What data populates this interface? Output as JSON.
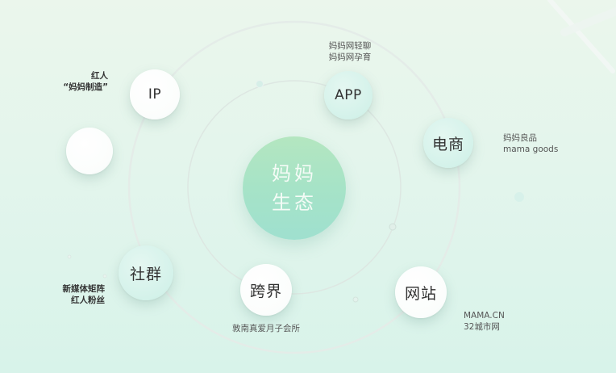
{
  "diagram": {
    "title": "妈妈生态",
    "center": {
      "line1": "妈妈",
      "line2": "生态"
    },
    "nodes": {
      "ip": {
        "label": "IP",
        "caption": [
          "红人",
          "“妈妈制造”"
        ]
      },
      "app": {
        "label": "APP",
        "caption": [
          "妈妈网轻聊",
          "妈妈网孕育"
        ]
      },
      "ecommerce": {
        "label": "电商",
        "caption": [
          "妈妈良品",
          "mama goods"
        ]
      },
      "community": {
        "label": "社群",
        "caption": [
          "新媒体矩阵",
          "红人粉丝"
        ]
      },
      "crossover": {
        "label": "跨界",
        "caption": [
          "敦南真爱月子会所"
        ]
      },
      "website": {
        "label": "网站",
        "caption": [
          "MAMA.CN",
          "32城市网"
        ]
      },
      "blank": {
        "label": ""
      }
    },
    "colors": {
      "background_top": "#ebf6ec",
      "background_bottom": "#d8f3ea",
      "center_top": "#b4e6c0",
      "center_bottom": "#9fe0cf",
      "mint_node": "#d4f2ea",
      "white_node": "#ffffff",
      "orbit_line": "#dfe9e4",
      "text": "#333333",
      "caption_text": "#555555"
    }
  }
}
